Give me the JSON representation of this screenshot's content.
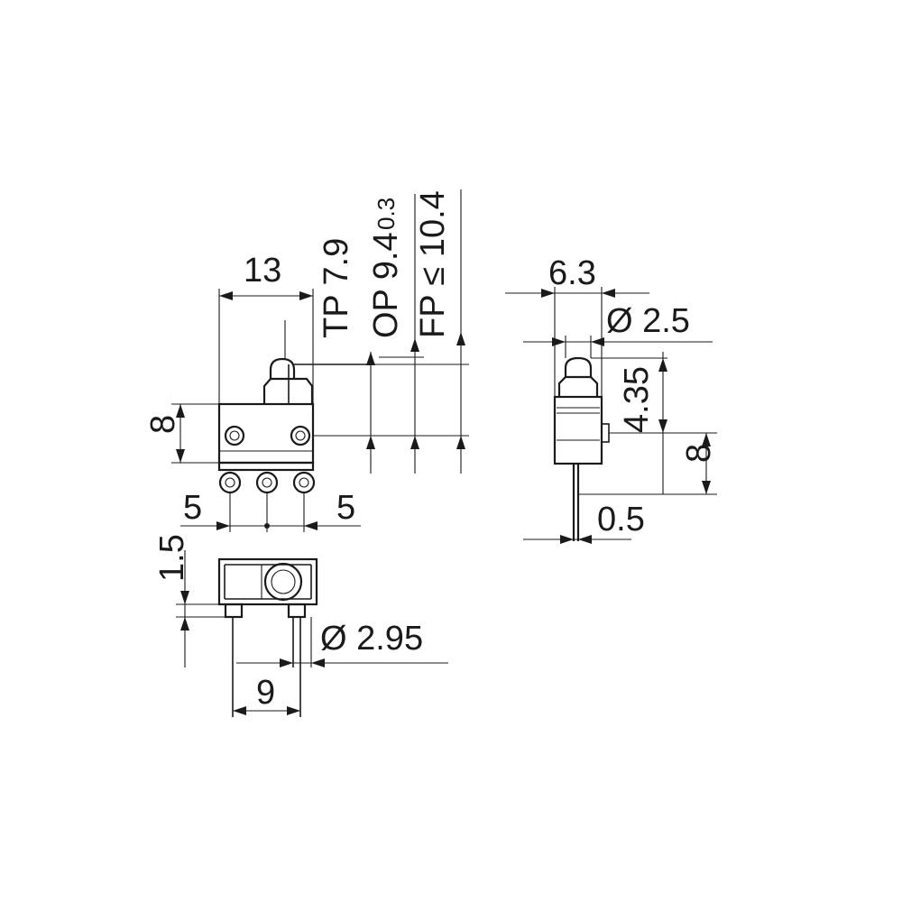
{
  "labels": {
    "width_13": "13",
    "height_8_left": "8",
    "pitch_left_5": "5",
    "pitch_right_5": "5",
    "tp": "TP 7.9",
    "op": "OP 9.4",
    "op_tol": "0.3",
    "fp": "FP ≤ 10.4",
    "side_width": "6.3",
    "actuator_dia": "Ø 2.5",
    "side_4_35": "4.35",
    "side_8": "8",
    "side_0_5": "0.5",
    "bottom_1_5": "1.5",
    "hole_dia": "Ø 2.95",
    "bottom_9": "9"
  }
}
